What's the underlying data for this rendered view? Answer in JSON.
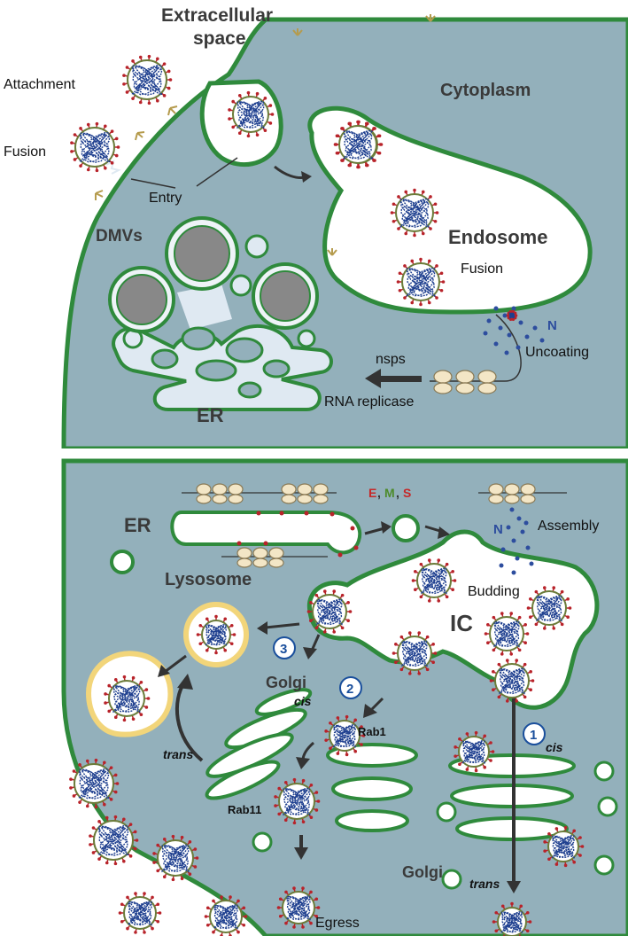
{
  "colors": {
    "cytoplasm": "#93b0bb",
    "membrane": "#2f8a3c",
    "er_fill": "#dfe9f2",
    "dmv_fill": "#eef3f7",
    "lysosome": "#f2d57a",
    "spike": "#b8232a",
    "rna": "#1e3f8f",
    "ribosome": "#f3e6c6",
    "receptor": "#d8c27d",
    "arrow": "#333333",
    "letter_E": "#c62828",
    "letter_M": "#4d8b2b",
    "letter_S": "#c62828",
    "letter_N": "#2d4d9e",
    "badge_text": "#1a4f9c"
  },
  "top": {
    "extracellular_line1": "Extracellular",
    "extracellular_line2": "space",
    "cytoplasm": "Cytoplasm",
    "attachment": "Attachment",
    "fusion_left": "Fusion",
    "entry": "Entry",
    "endosome": "Endosome",
    "fusion_endo": "Fusion",
    "uncoating": "Uncoating",
    "n_label": "N",
    "dmvs": "DMVs",
    "nsps": "nsps",
    "rna_replicase": "RNA replicase",
    "er": "ER"
  },
  "bottom": {
    "er": "ER",
    "letter_e": "E",
    "comma1": ",",
    "letter_m": "M",
    "comma2": ",",
    "letter_s": "S",
    "n_label": "N",
    "assembly": "Assembly",
    "lysosome": "Lysosome",
    "budding": "Budding",
    "ic": "IC",
    "badge_3": "3",
    "badge_2": "2",
    "badge_1": "1",
    "golgi_left": "Golgi",
    "cis_left": "cis",
    "rab1": "Rab1",
    "trans_left": "trans",
    "rab11": "Rab11",
    "cis_right": "cis",
    "golgi_right": "Golgi",
    "trans_right": "trans",
    "egress": "Egress"
  }
}
